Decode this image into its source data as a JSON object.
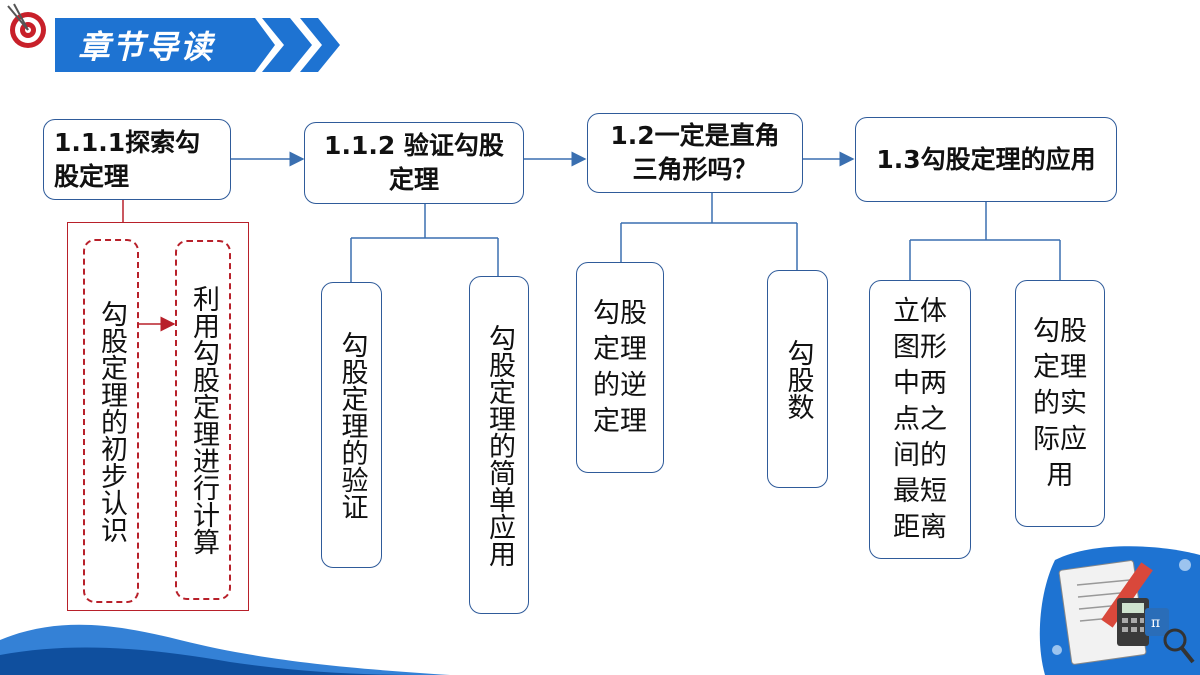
{
  "header": {
    "title": "章节导读"
  },
  "sections": [
    {
      "label": "1.1.1探索勾股定理"
    },
    {
      "label": "1.1.2 验证勾股定理"
    },
    {
      "label": "1.2一定是直角三角形吗？"
    },
    {
      "label": "1.3勾股定理的应用"
    }
  ],
  "subtopics": {
    "s1a": "勾股定理的初步认识",
    "s1b": "利用勾股定理进行计算",
    "s2a": "勾股定理的验证",
    "s2b": "勾股定理的简单应用",
    "s3a": "勾股定理的逆定理",
    "s3b": "勾股数",
    "s4a": "立体图形中两点之间的最短距离",
    "s4b": "勾股定理的实际应用"
  },
  "colors": {
    "accent": "#1e73d2",
    "line": "#2f5b9a",
    "red": "#b8202a"
  }
}
